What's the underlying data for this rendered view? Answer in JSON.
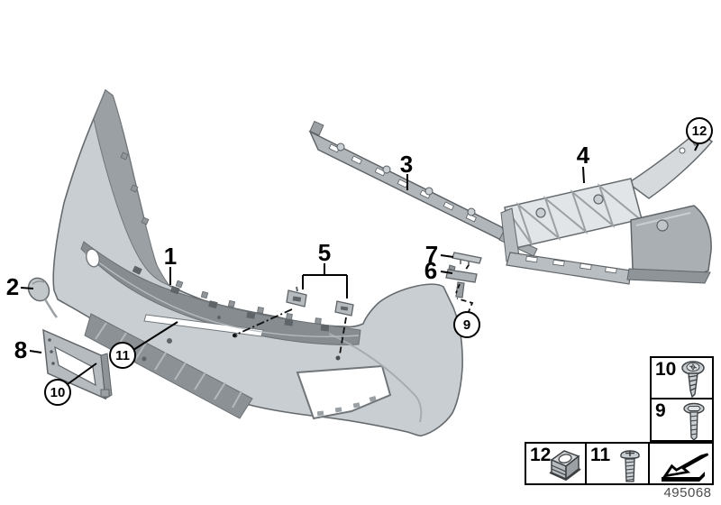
{
  "callouts": [
    {
      "label": "1",
      "shape": "plain"
    },
    {
      "label": "2",
      "shape": "plain"
    },
    {
      "label": "3",
      "shape": "plain"
    },
    {
      "label": "4",
      "shape": "plain"
    },
    {
      "label": "5",
      "shape": "plain"
    },
    {
      "label": "6",
      "shape": "plain"
    },
    {
      "label": "7",
      "shape": "plain"
    },
    {
      "label": "8",
      "shape": "plain"
    },
    {
      "label": "9",
      "shape": "circled"
    },
    {
      "label": "10",
      "shape": "circled"
    },
    {
      "label": "11",
      "shape": "circled"
    },
    {
      "label": "12",
      "shape": "circled"
    }
  ],
  "legend": {
    "cells": [
      {
        "label": "10",
        "icon": "tapping-screw-icon"
      },
      {
        "label": "9",
        "icon": "flange-screw-icon"
      },
      {
        "label": "12",
        "icon": "cage-nut-clip-icon"
      },
      {
        "label": "11",
        "icon": "pan-head-screw-icon"
      },
      {
        "label": "",
        "icon": "direction-arrow-icon"
      }
    ]
  },
  "diagram_number": "495068",
  "colors": {
    "background": "#ffffff",
    "line": "#000000",
    "part_light": "#cdd2d5",
    "part_mid": "#a9afb3",
    "part_dark": "#878d91",
    "part_edge": "#5f6468",
    "diagram_number_text": "#4c4c4c"
  }
}
